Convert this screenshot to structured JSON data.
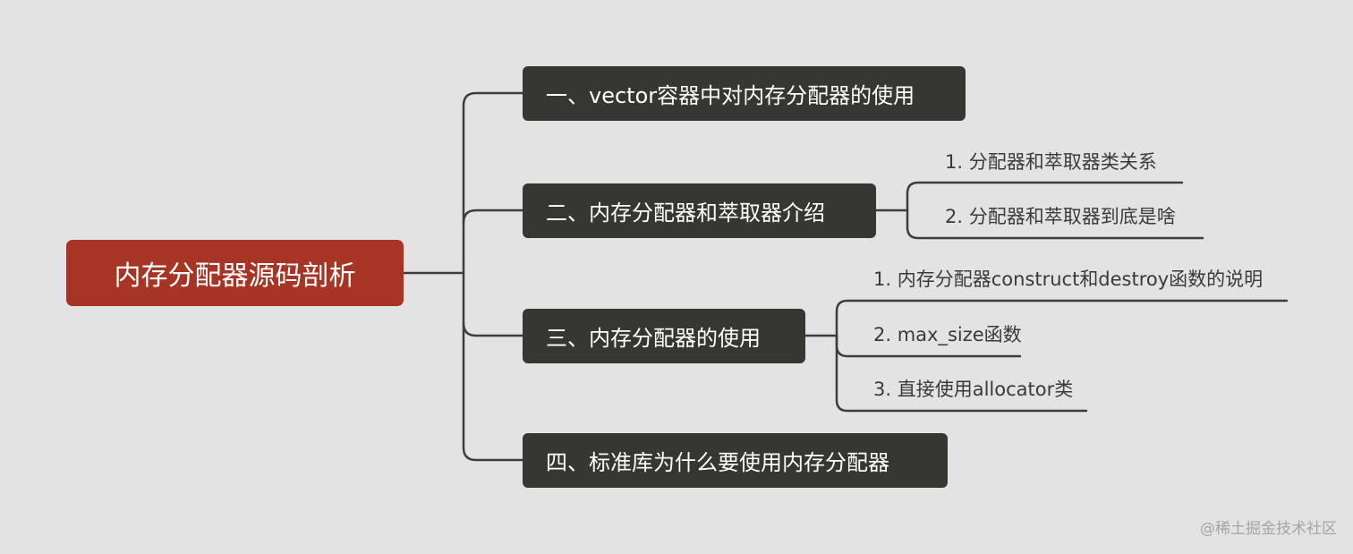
{
  "root": {
    "label": "内存分配器源码剖析"
  },
  "sections": [
    {
      "label": "一、vector容器中对内存分配器的使用",
      "children": []
    },
    {
      "label": "二、内存分配器和萃取器介绍",
      "children": [
        "1. 分配器和萃取器类关系",
        "2. 分配器和萃取器到底是啥"
      ]
    },
    {
      "label": "三、内存分配器的使用",
      "children": [
        "1. 内存分配器construct和destroy函数的说明",
        "2. max_size函数",
        "3. 直接使用allocator类"
      ]
    },
    {
      "label": "四、标准库为什么要使用内存分配器",
      "children": []
    }
  ],
  "watermark": "@稀土掘金技术社区",
  "colors": {
    "background": "#e3e3e3",
    "root_fill": "#a63525",
    "section_fill": "#363733",
    "connector": "#3d3d3d"
  }
}
